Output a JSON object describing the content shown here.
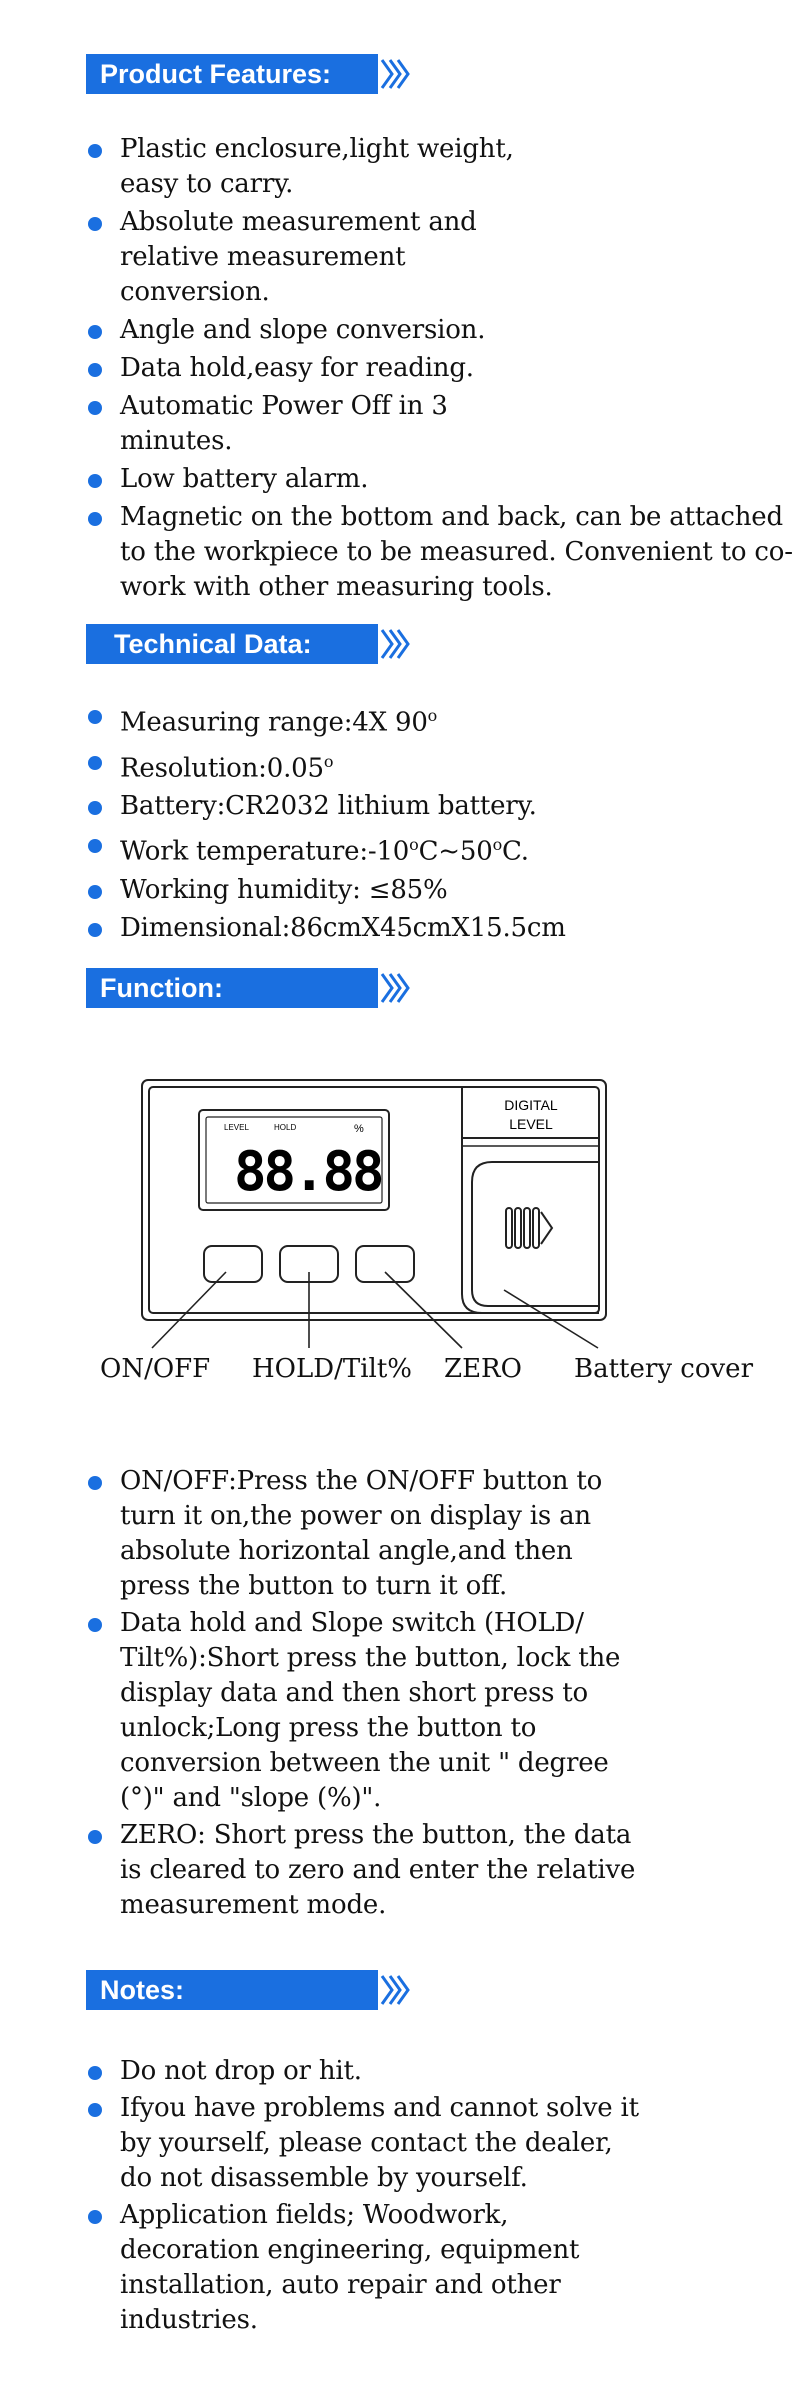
{
  "sections": {
    "features": {
      "title": "Product Features:",
      "items": [
        "Plastic enclosure,light weight, easy to carry.",
        "Absolute measurement and relative measurement conversion.",
        "Angle and slope conversion.",
        "Data hold,easy for reading.",
        "Automatic Power Off in 3 minutes.",
        "Low battery alarm.",
        "Magnetic on the bottom and back, can be attached to the workpiece to be measured. Convenient to co-work with other measuring tools."
      ]
    },
    "technical": {
      "title": "Technical Data:",
      "items": [
        {
          "text": "Measuring range:4X 90",
          "sup": "o",
          "tail": ""
        },
        {
          "text": "Resolution:0.05",
          "sup": "o",
          "tail": ""
        },
        {
          "text": "Battery:CR2032 lithium battery.",
          "sup": "",
          "tail": ""
        },
        {
          "text": "Work temperature:-10",
          "sup": "o",
          "mid": "C~50",
          "sup2": "o",
          "tail": "C."
        },
        {
          "text": "Working humidity: ≤85%",
          "sup": "",
          "tail": ""
        },
        {
          "text": "Dimensional:86cmX45cmX15.5cm",
          "sup": "",
          "tail": ""
        }
      ]
    },
    "function": {
      "title": "Function:",
      "diagram": {
        "device_label_line1": "DIGITAL",
        "device_label_line2": "LEVEL",
        "display_digits": "88.88",
        "lcd_level": "LEVEL",
        "lcd_hold": "HOLD",
        "lcd_percent": "%",
        "callouts": {
          "on_off": "ON/OFF",
          "hold": "HOLD/Tilt%",
          "zero": "ZERO",
          "battery": "Battery cover"
        }
      },
      "items": [
        "ON/OFF:Press the ON/OFF button to turn it on,the power on display is an absolute horizontal angle,and then press the button to turn it off.",
        "Data hold and Slope switch (HOLD/ Tilt%):Short press the button, lock the display data and then short press to unlock;Long press the button to conversion between the unit \" degree (°)\" and \"slope (%)\".",
        "ZERO: Short press the button, the data is cleared to zero and enter the relative measurement mode."
      ]
    },
    "notes": {
      "title": "Notes:",
      "items": [
        "Do not drop or hit.",
        "Ifyou have problems and cannot solve it by yourself, please contact the dealer, do not disassemble by yourself.",
        "Application fields; Woodwork, decoration engineering, equipment installation, auto repair and other industries."
      ]
    }
  },
  "colors": {
    "accent": "#1a6fe0",
    "text": "#111111"
  }
}
